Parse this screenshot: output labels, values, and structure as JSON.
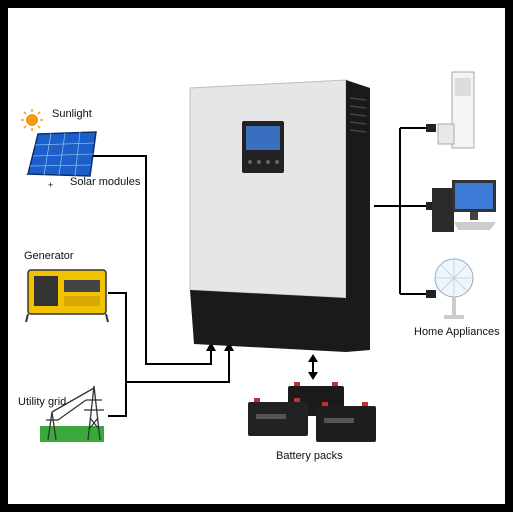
{
  "labels": {
    "sunlight": "Sunlight",
    "solar_modules": "Solar modules",
    "generator": "Generator",
    "utility_grid": "Utility grid",
    "home_appliances": "Home Appliances",
    "battery_packs": "Battery packs",
    "minus": "-",
    "plus": "+"
  },
  "colors": {
    "line": "#000000",
    "inverter_body": "#e6e6e6",
    "inverter_base": "#1a1a1a",
    "screen": "#3a6fc0",
    "panel": "#1c5fc9",
    "generator": "#f2c200",
    "sun": "#f29a12"
  }
}
